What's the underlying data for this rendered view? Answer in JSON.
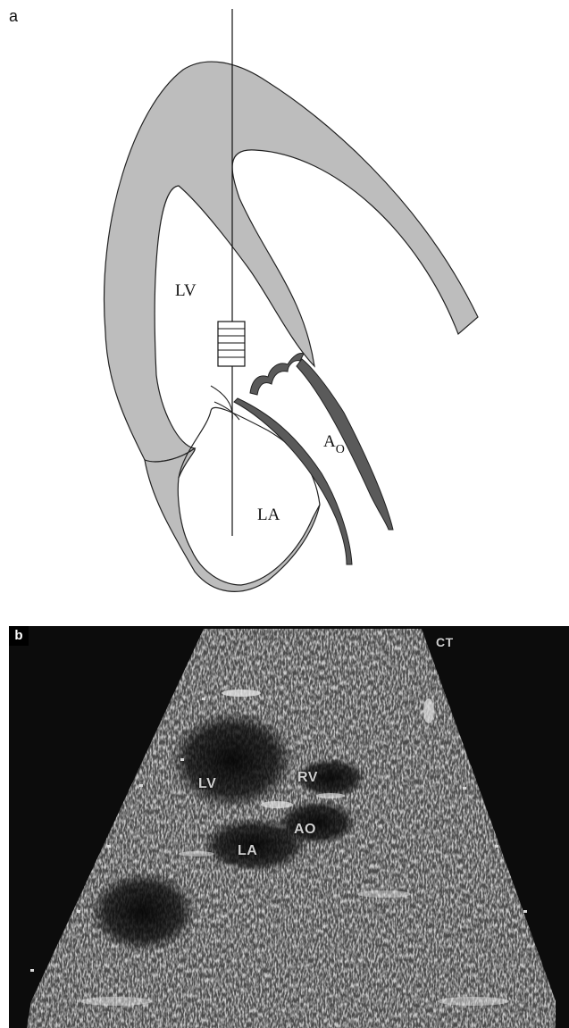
{
  "panel_a": {
    "letter": "a",
    "labels": {
      "lv": "LV",
      "ao_main": "A",
      "ao_sub": "O",
      "la": "LA"
    }
  },
  "panel_b": {
    "letter": "b",
    "corner_mark": "CT",
    "labels": {
      "lv": "LV",
      "rv": "RV",
      "ao": "AO",
      "la": "LA"
    }
  },
  "colors": {
    "wall_fill": "#bdbdbd",
    "vessel_fill": "#5a5a5a",
    "echo_background": "#0c0c0c"
  }
}
